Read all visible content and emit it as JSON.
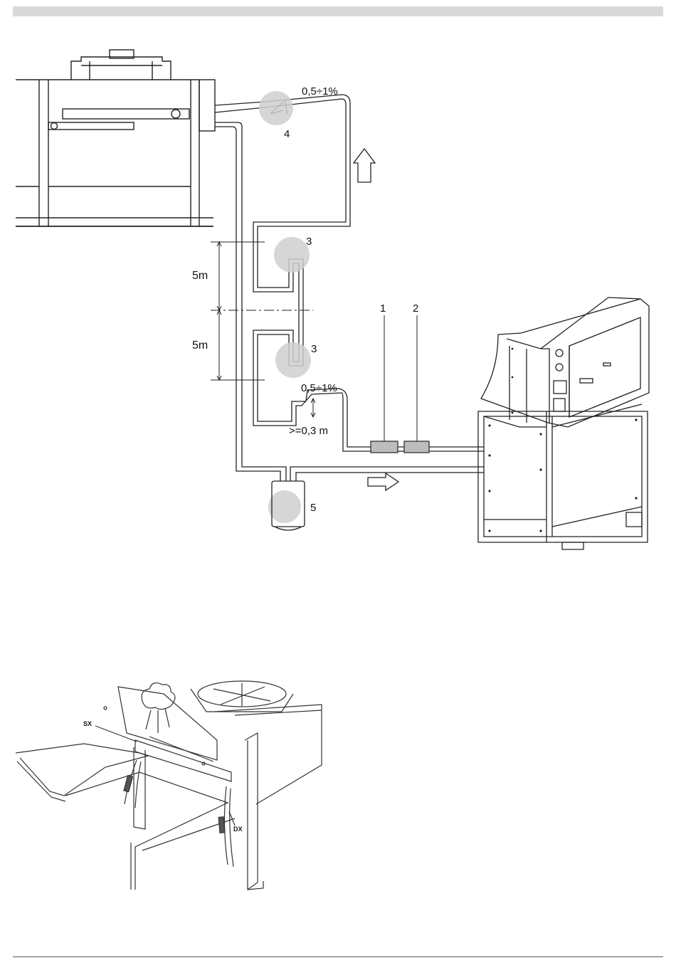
{
  "diagram": {
    "slope_label_top": "0,5÷1%",
    "slope_label_bottom": "0,5÷1%",
    "component_labels": {
      "check_valve": "4",
      "oil_trap_upper": "3",
      "oil_trap_lower": "3",
      "filter_dryer": "1",
      "sight_glass": "2",
      "receiver": "5"
    },
    "height_labels": {
      "upper": "5m",
      "lower": "5m"
    },
    "min_height_label": ">=0,3 m"
  },
  "detail": {
    "left_sensor_label": "SX",
    "right_sensor_label": "DX"
  },
  "colors": {
    "highlight": "#cfcfcf",
    "component_fill": "#bdbdbd",
    "line": "#222222"
  }
}
